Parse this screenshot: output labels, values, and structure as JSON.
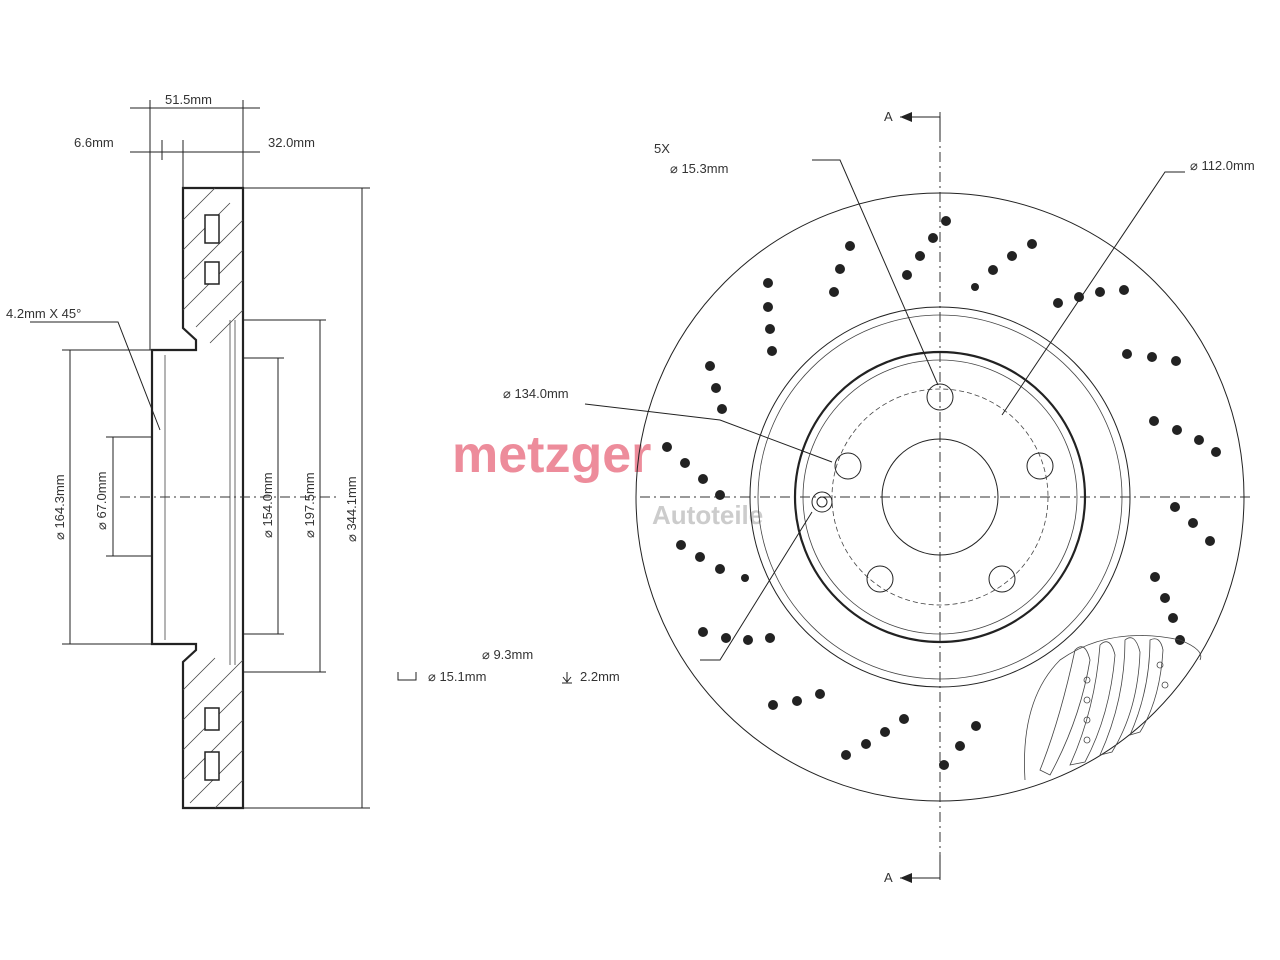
{
  "brand": {
    "name": "metzger",
    "tagline": "Autoteile",
    "color": "#e8667a"
  },
  "section_marker": "A",
  "left_view": {
    "dim_total_width": "51.5mm",
    "dim_hat_offset": "6.6mm",
    "dim_thickness": "32.0mm",
    "dim_chamfer": "4.2mm X 45°",
    "dim_hat_outer": "⌀ 164.3mm",
    "dim_center_bore": "⌀ 67.0mm",
    "dim_inner_154": "⌀ 154.0mm",
    "dim_inner_197": "⌀ 197.5mm",
    "dim_outer": "⌀ 344.1mm"
  },
  "right_view": {
    "bolt_count": "5X",
    "bolt_hole": "⌀ 15.3mm",
    "pcd": "⌀ 112.0mm",
    "hat_diameter": "⌀ 134.0mm",
    "small_hole": "⌀ 9.3mm",
    "counterbore": "⌀ 15.1mm",
    "depth": "2.2mm"
  },
  "icons": {
    "counterbore_symbol": "counterbore-icon",
    "depth_symbol": "depth-icon"
  }
}
